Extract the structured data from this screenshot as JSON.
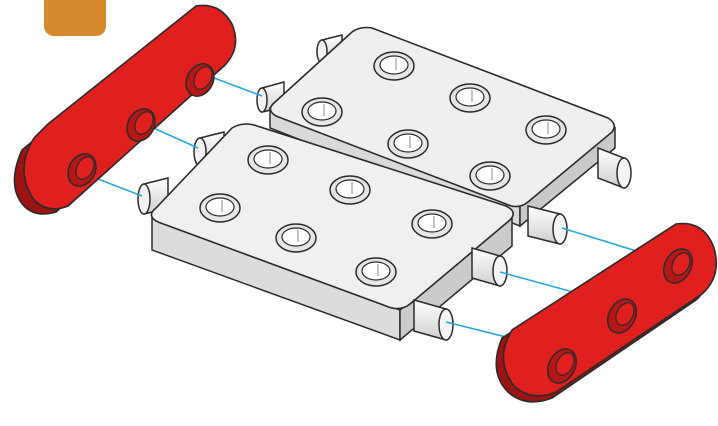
{
  "step": {
    "number": ""
  },
  "colors": {
    "badge": "#d7892d",
    "beam": "#e01f1f",
    "beam_dark": "#9c1313",
    "plate": "#eeeeee",
    "plate_side": "#d8d8d8",
    "outline": "#2b2b2b",
    "guide_line": "#2aa7dd"
  },
  "icons": {
    "badge": "step-number-badge",
    "beams": "red-3-hole-beam",
    "plates": "white-2x3-plate",
    "guides": "blue-assembly-guide-line"
  }
}
